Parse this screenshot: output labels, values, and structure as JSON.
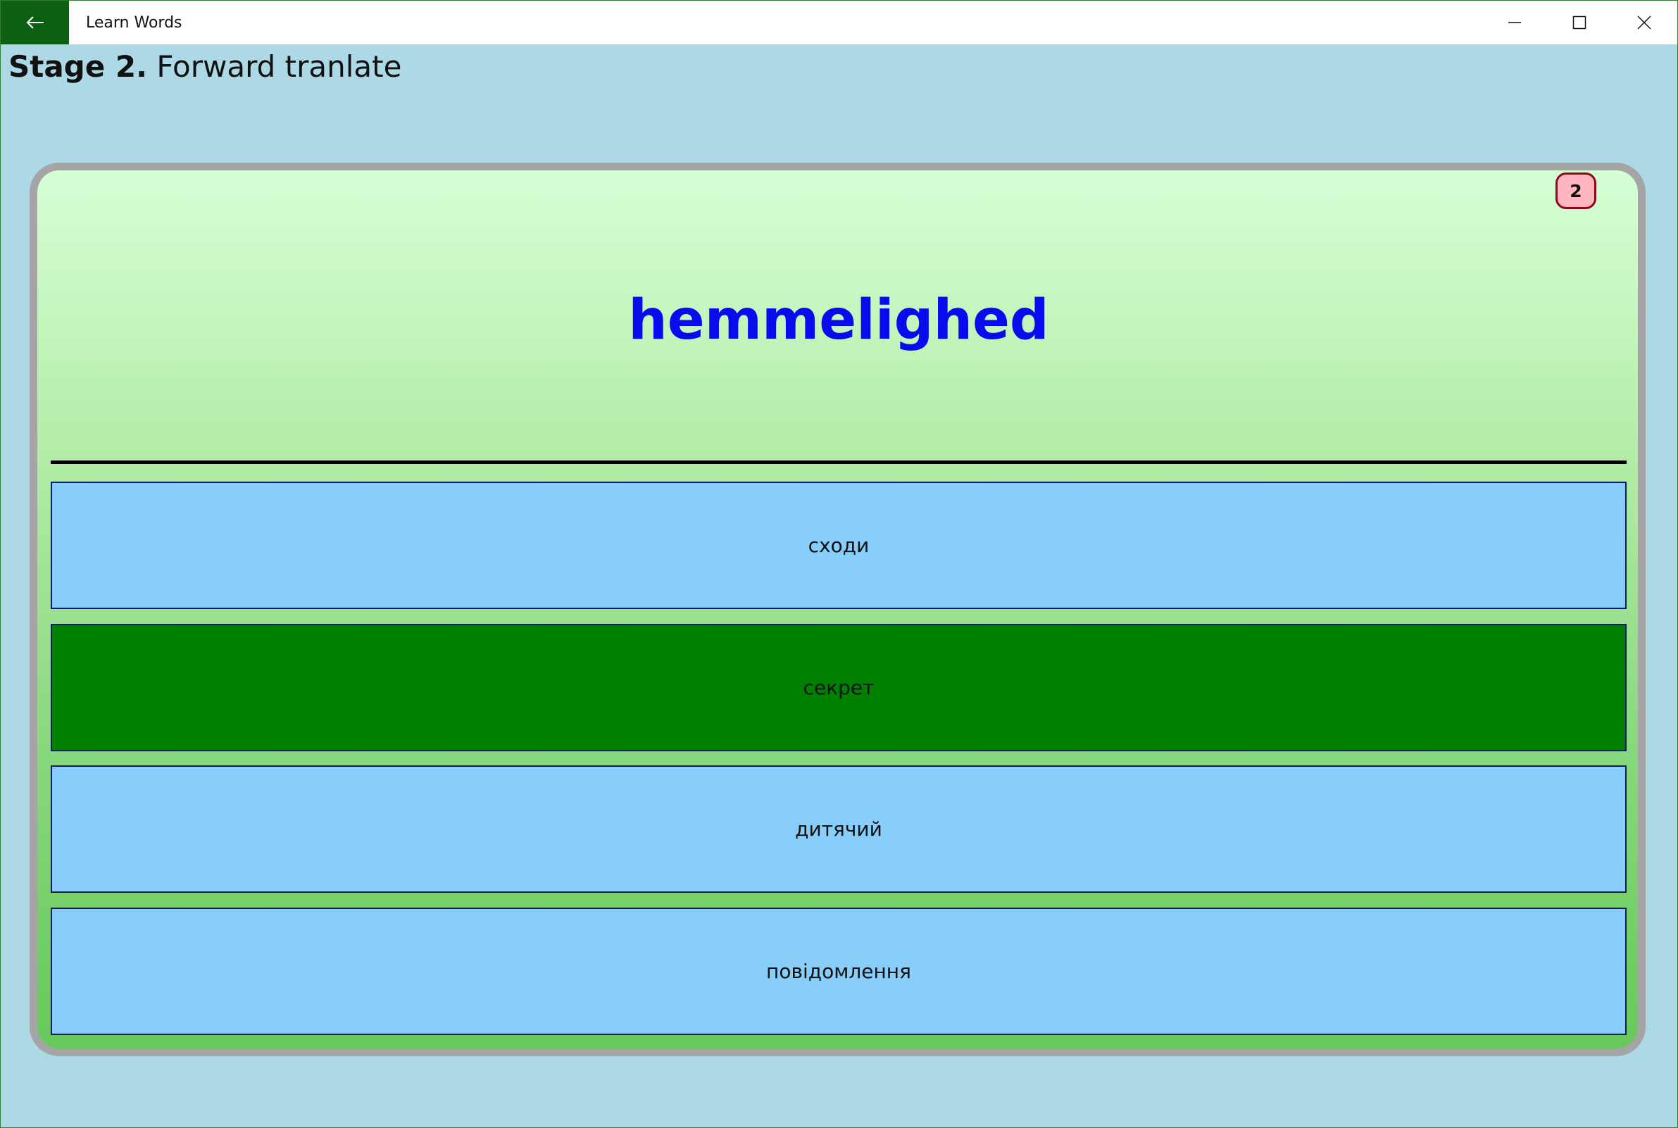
{
  "window": {
    "title": "Learn Words",
    "back_icon": "arrow-left-icon",
    "controls": [
      "minimize-icon",
      "maximize-icon",
      "close-icon"
    ]
  },
  "stage": {
    "number_label": "Stage 2.",
    "name": "Forward tranlate"
  },
  "card": {
    "counter": "2",
    "word": "hemmelighed",
    "options": [
      {
        "label": "сходи",
        "selected": false
      },
      {
        "label": "секрет",
        "selected": true
      },
      {
        "label": "дитячий",
        "selected": false
      },
      {
        "label": "повідомлення",
        "selected": false
      }
    ]
  },
  "colors": {
    "background": "#add8e6",
    "accent": "#0d5f12",
    "option": "#87cefa",
    "option_selected": "#008000",
    "word": "#0a0aee",
    "badge": "#ffb6c1"
  }
}
